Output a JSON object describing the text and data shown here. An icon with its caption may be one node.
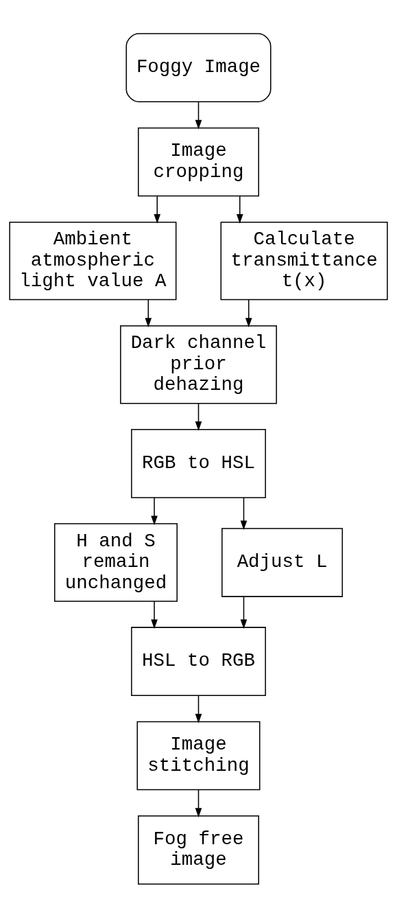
{
  "diagram": {
    "nodes": [
      {
        "text": [
          "Foggy Image"
        ]
      },
      {
        "text": [
          "Image cropping"
        ]
      },
      {
        "text": [
          "Ambient atmospheric light value A"
        ]
      },
      {
        "text": [
          "Calculate transmittance t(x)"
        ]
      },
      {
        "text": [
          "Dark channel prior dehazing"
        ]
      },
      {
        "text": [
          "RGB to HSL"
        ]
      },
      {
        "text": [
          "H and S remain unchanged"
        ]
      },
      {
        "text": [
          "Adjust L"
        ]
      },
      {
        "text": [
          "HSL to RGB"
        ]
      },
      {
        "text": [
          "Image stitching"
        ]
      },
      {
        "text": [
          "Fog free image"
        ]
      }
    ],
    "edges": [
      {
        "from": 0,
        "to": 1,
        "arrow": "to"
      },
      {
        "from": 1,
        "to": 2,
        "arrow": "to"
      },
      {
        "from": 1,
        "to": 3,
        "arrow": "to"
      },
      {
        "from": 2,
        "to": 4,
        "arrow": "to"
      },
      {
        "from": 3,
        "to": 4,
        "arrow": "to"
      },
      {
        "from": 4,
        "to": 5,
        "arrow": "to"
      },
      {
        "from": 5,
        "to": 6,
        "arrow": "to"
      },
      {
        "from": 5,
        "to": 7,
        "arrow": "to"
      },
      {
        "from": 6,
        "to": 8,
        "arrow": "to"
      },
      {
        "from": 7,
        "to": 8,
        "arrow": "to"
      },
      {
        "from": 8,
        "to": 9,
        "arrow": "to"
      },
      {
        "from": 9,
        "to": 10,
        "arrow": "to"
      }
    ]
  }
}
